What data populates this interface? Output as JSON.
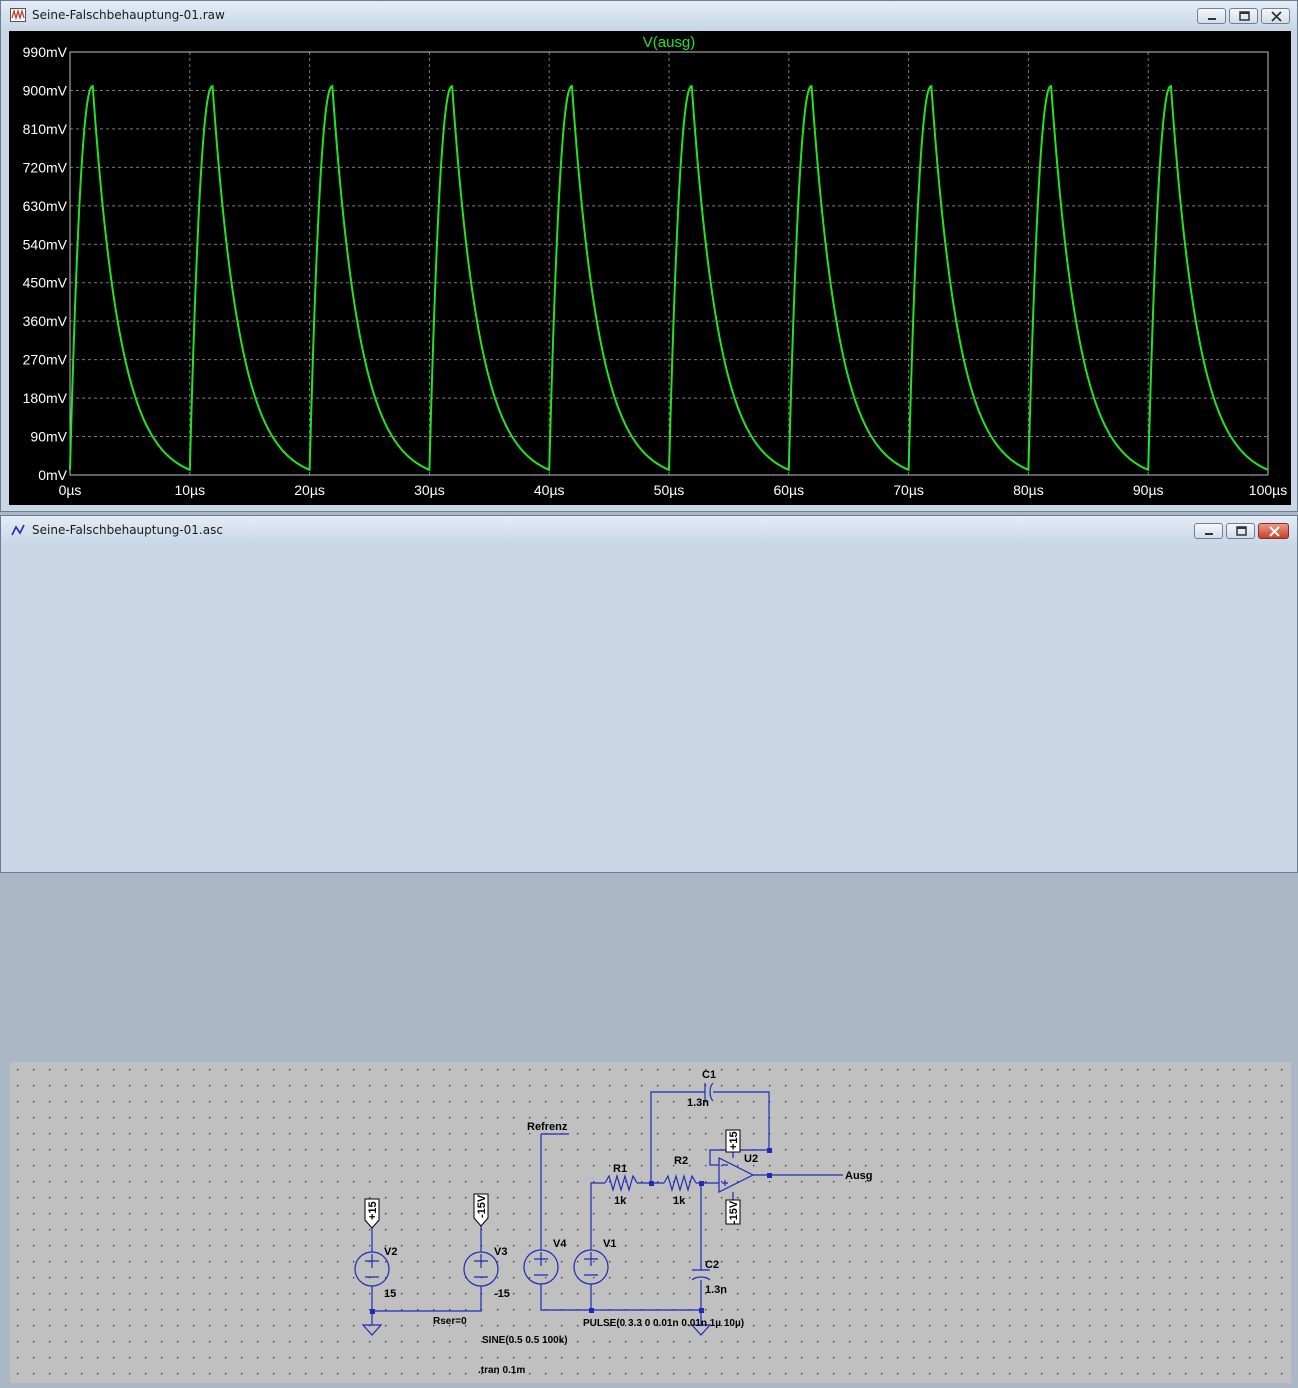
{
  "waveform_window": {
    "title": "Seine-Falschbehauptung-01.raw",
    "buttons": {
      "minimize": "minimize",
      "maximize": "maximize",
      "close": "close"
    }
  },
  "schematic_window": {
    "title": "Seine-Falschbehauptung-01.asc",
    "buttons": {
      "minimize": "minimize",
      "maximize": "maximize",
      "close": "close"
    }
  },
  "colors": {
    "trace": "#22e322",
    "plot_bg": "#000000",
    "grid": "#7a7a7a",
    "axis_text": "#ffffff",
    "wire": "#1d2bb8",
    "schematic_bg": "#c0c0c0"
  },
  "chart_data": {
    "type": "line",
    "title": "V(ausg)",
    "x_ticks": [
      "0µs",
      "10µs",
      "20µs",
      "30µs",
      "40µs",
      "50µs",
      "60µs",
      "70µs",
      "80µs",
      "90µs",
      "100µs"
    ],
    "y_ticks": [
      "0mV",
      "90mV",
      "180mV",
      "270mV",
      "360mV",
      "450mV",
      "540mV",
      "630mV",
      "720mV",
      "810mV",
      "900mV",
      "990mV"
    ],
    "xlim": [
      0,
      100
    ],
    "ylim": [
      0,
      990
    ],
    "x_unit": "µs",
    "y_unit": "mV",
    "grid": true,
    "series": [
      {
        "name": "V(ausg)",
        "color": "#22e322",
        "period_us": 10,
        "rise_us": 1.9,
        "peak_mv": 910,
        "min_mv": 12,
        "peaks_x_us": [
          1.9,
          11.9,
          21.9,
          31.9,
          41.9,
          51.9,
          61.9,
          71.9,
          81.9,
          91.9
        ],
        "minima_x_us": [
          0,
          10,
          20,
          30,
          40,
          50,
          60,
          70,
          80,
          90,
          100
        ]
      }
    ]
  },
  "schematic": {
    "components": [
      {
        "ref": "V2",
        "value": "15"
      },
      {
        "ref": "V3",
        "value": "-15"
      },
      {
        "ref": "V4",
        "value": ""
      },
      {
        "ref": "V1",
        "value": ""
      },
      {
        "ref": "R1",
        "value": "1k"
      },
      {
        "ref": "R2",
        "value": "1k"
      },
      {
        "ref": "C1",
        "value": "1.3n"
      },
      {
        "ref": "C2",
        "value": "1.3n"
      },
      {
        "ref": "U2",
        "value": ""
      }
    ],
    "net_labels": {
      "plus15_left": "+15",
      "minus15_left": "-15V",
      "plus15_opamp": "+15",
      "minus15_opamp": "-15V",
      "refrenz": "Refrenz",
      "ausg": "Ausg"
    },
    "directives": {
      "rser": "Rser=0",
      "sine": "SINE(0.5 0.5 100k)",
      "pulse": "PULSE(0 3.3 0 0.01n 0.01n 1µ 10µ)",
      "tran": ".tran 0.1m"
    }
  }
}
